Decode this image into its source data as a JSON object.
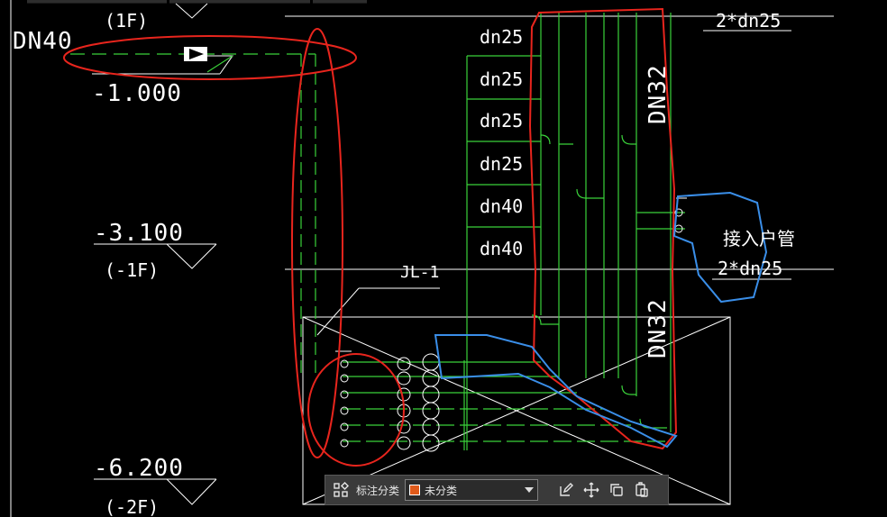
{
  "drawing": {
    "labels": {
      "dn40_left": "DN40",
      "floor_1f": "(1F)",
      "elev_1": "-1.000",
      "elev_2": "-3.100",
      "floor_m1f": "(-1F)",
      "elev_3": "-6.200",
      "floor_m2f": "(-2F)",
      "jl1": "JL-1",
      "dn25_1": "dn25",
      "dn25_2": "dn25",
      "dn25_3": "dn25",
      "dn25_4": "dn25",
      "dn40_1": "dn40",
      "dn40_2": "dn40",
      "dn32_upper": "DN32",
      "dn32_lower": "DN32",
      "top_2dn25": "2*dn25",
      "inlet_label": "接入户管",
      "side_2dn25": "2*dn25"
    }
  },
  "toolbar": {
    "label": "标注分类",
    "select_value": "未分类",
    "swatch_color": "#e05a1a"
  },
  "colors": {
    "pipe": "#3ad13a",
    "markup_red": "#e8251d",
    "markup_blue": "#3a8ee8",
    "text": "#ffffff"
  }
}
